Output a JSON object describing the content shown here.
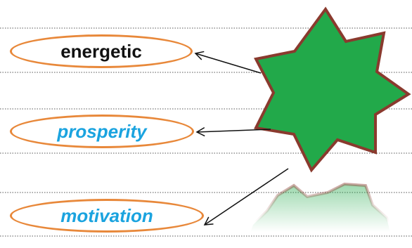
{
  "labels": {
    "top": "energetic",
    "middle": "prosperity",
    "bottom": "motivation"
  },
  "colors": {
    "star_fill": "#22a94a",
    "star_border": "#8a3a2e",
    "oval_border": "#e8883a",
    "text_dark": "#111111",
    "text_blue": "#1aa3df"
  }
}
